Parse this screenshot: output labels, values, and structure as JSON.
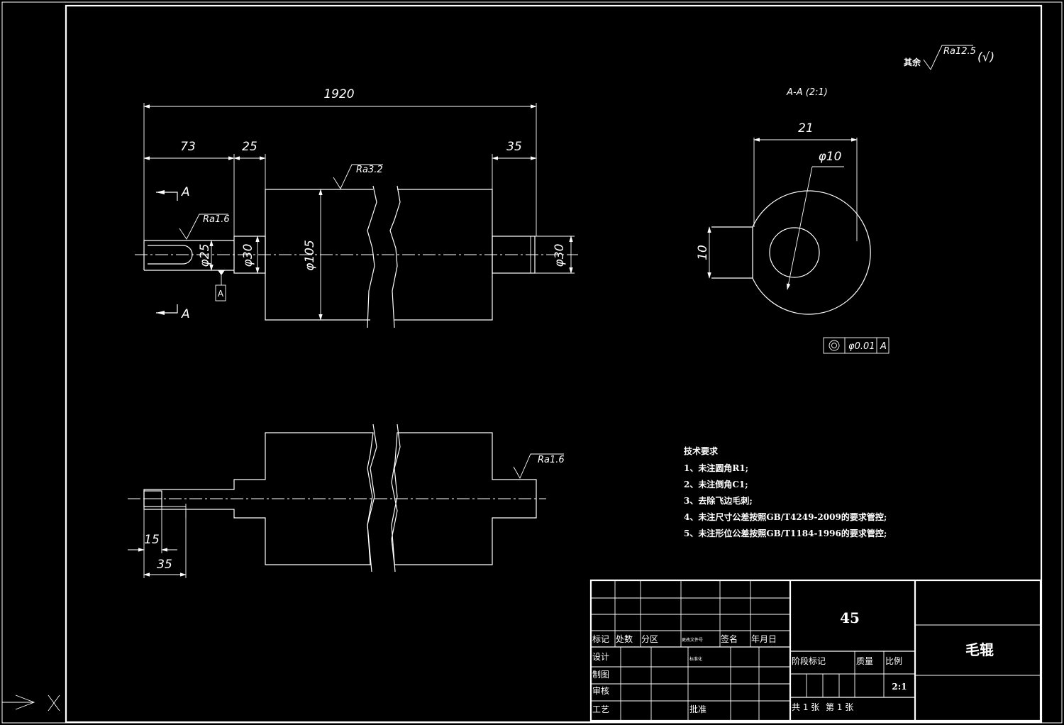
{
  "drawing": {
    "roughness_note": {
      "prefix": "其余",
      "ra": "Ra12.5",
      "suffix": "(√)"
    },
    "section_title": "A-A (2:1)",
    "dims": {
      "total_length": "1920",
      "left_73": "73",
      "left_25": "25",
      "right_35": "35",
      "dia_25": "φ25",
      "dia_30_left": "φ30",
      "dia_105": "φ105",
      "dia_30_right": "φ30",
      "sec_21": "21",
      "sec_dia_10": "φ10",
      "sec_10": "10",
      "hole_15": "15",
      "hole_35": "35"
    },
    "roughness": {
      "ra32": "Ra3.2",
      "ra16_top": "Ra1.6",
      "ra16_bottom": "Ra1.6"
    },
    "section_marks": {
      "top": "A",
      "bottom": "A"
    },
    "datum": "A",
    "tolerance": {
      "value": "φ0.01",
      "datum": "A"
    },
    "tech_requirements": {
      "title": "技术要求",
      "items": [
        "1、未注圆角R1;",
        "2、未注倒角C1;",
        "3、去除飞边毛刺;",
        "4、未注尺寸公差按照GB/T4249-2009的要求管控;",
        "5、未注形位公差按照GB/T1184-1996的要求管控;"
      ]
    }
  },
  "title_block": {
    "material": "45",
    "part_name": "毛辊",
    "headers": [
      "标记",
      "处数",
      "分区",
      "更改文件号",
      "签名",
      "年月日"
    ],
    "rows": [
      "设计",
      "制图",
      "审核",
      "工艺"
    ],
    "standardization": "标准化",
    "approve": "批准",
    "stage_mark": "阶段标记",
    "weight": "质量",
    "scale_label": "比例",
    "scale_value": "2:1",
    "sheets_total": "共 1 张",
    "sheet_no": "第 1 张"
  }
}
